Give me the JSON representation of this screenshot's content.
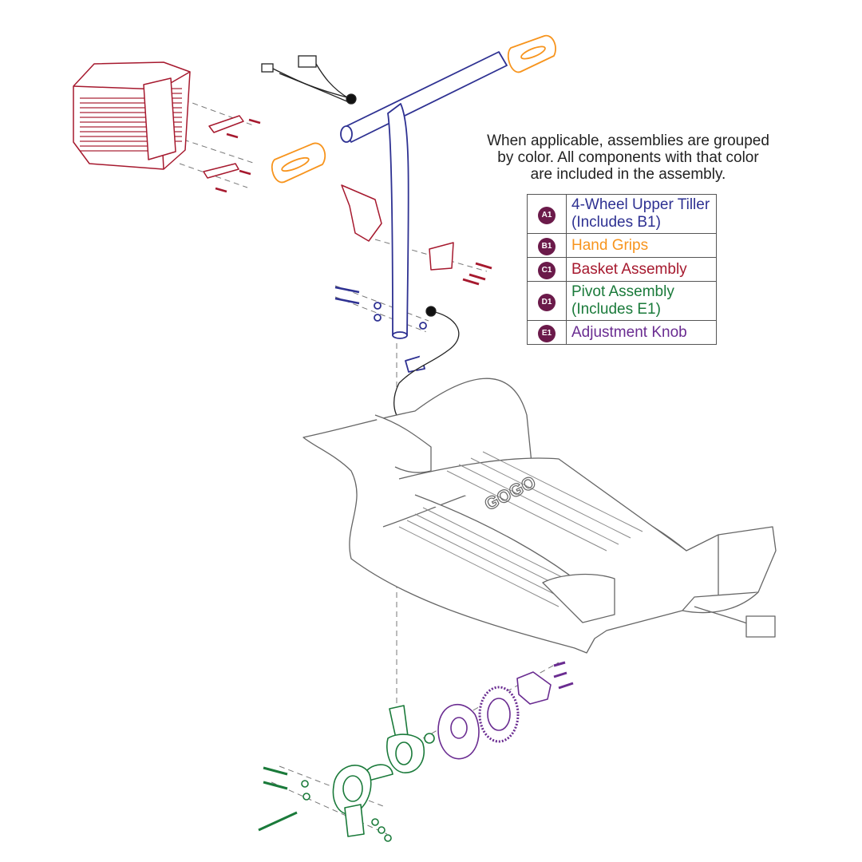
{
  "note": {
    "lines": [
      "When applicable, assemblies are grouped",
      "by color. All components with that color",
      "are included in the assembly."
    ]
  },
  "legend": [
    {
      "code": "A1",
      "lines": [
        "4-Wheel Upper Tiller",
        "(Includes B1)"
      ],
      "color": "#2e3192"
    },
    {
      "code": "B1",
      "lines": [
        "Hand Grips"
      ],
      "color": "#f7941d"
    },
    {
      "code": "C1",
      "lines": [
        "Basket Assembly"
      ],
      "color": "#a6192e"
    },
    {
      "code": "D1",
      "lines": [
        "Pivot Assembly",
        "(Includes E1)"
      ],
      "color": "#1a7a3a"
    },
    {
      "code": "E1",
      "lines": [
        "Adjustment Knob"
      ],
      "color": "#6a2c91"
    }
  ],
  "badge_color": "#6b1a4a",
  "deck_logo": "GOGO"
}
